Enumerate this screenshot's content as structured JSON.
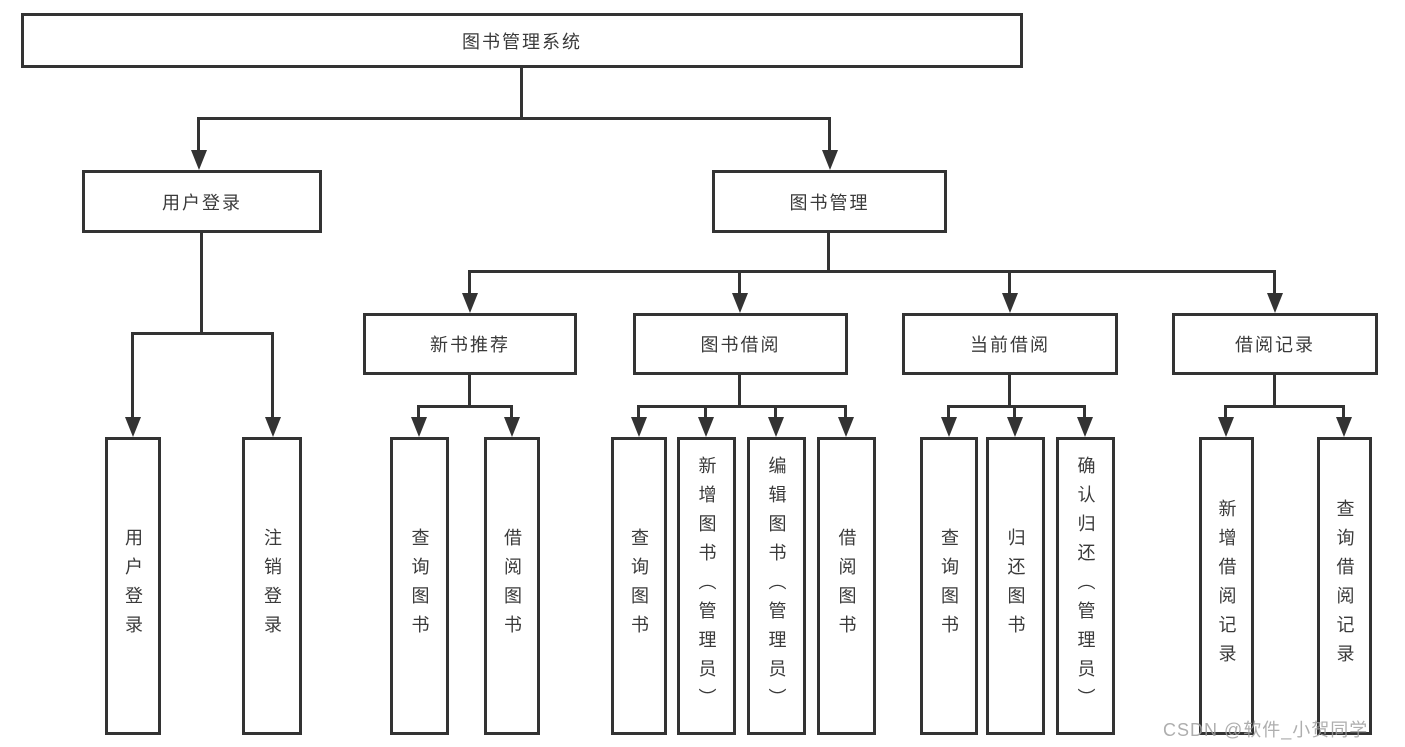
{
  "diagram": {
    "title": "图书管理系统",
    "level2": {
      "user_login": "用户登录",
      "book_management": "图书管理"
    },
    "level3": {
      "new_book_recommend": "新书推荐",
      "book_borrow": "图书借阅",
      "current_borrow": "当前借阅",
      "borrow_records": "借阅记录"
    },
    "leaves": {
      "user_login": [
        "用户登录",
        "注销登录"
      ],
      "new_book_recommend": [
        "查询图书",
        "借阅图书"
      ],
      "book_borrow": [
        "查询图书",
        "新增图书（管理员）",
        "编辑图书（管理员）",
        "借阅图书"
      ],
      "current_borrow": [
        "查询图书",
        "归还图书",
        "确认归还（管理员）"
      ],
      "borrow_records": [
        "新增借阅记录",
        "查询借阅记录"
      ]
    },
    "watermark": "CSDN @软件_小贺同学",
    "colors": {
      "line": "#333333",
      "text": "#3a3a3a",
      "background": "#ffffff",
      "watermark": "#a0a0a0"
    }
  }
}
